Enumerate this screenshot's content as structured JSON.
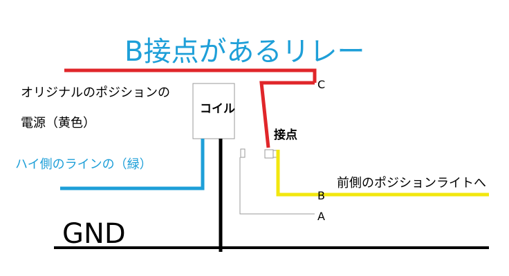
{
  "title": "B接点があるリレー",
  "labels": {
    "original_power_line1": "オリジナルのポジションの",
    "original_power_line2": "電源（黄色）",
    "high_side_line": "ハイ側のラインの（緑）",
    "coil": "コイル",
    "contact": "接点",
    "terminal_c": "C",
    "terminal_b": "B",
    "terminal_a": "A",
    "front_position_light": "前側のポジションライトへ",
    "gnd": "GND"
  },
  "colors": {
    "title": "#1e9fd8",
    "red_wire": "#e0262a",
    "blue_wire": "#1e9fd8",
    "yellow_wire": "#f2e70f",
    "black_wire": "#000000",
    "outline": "#9a9a9a",
    "text": "#000000"
  }
}
